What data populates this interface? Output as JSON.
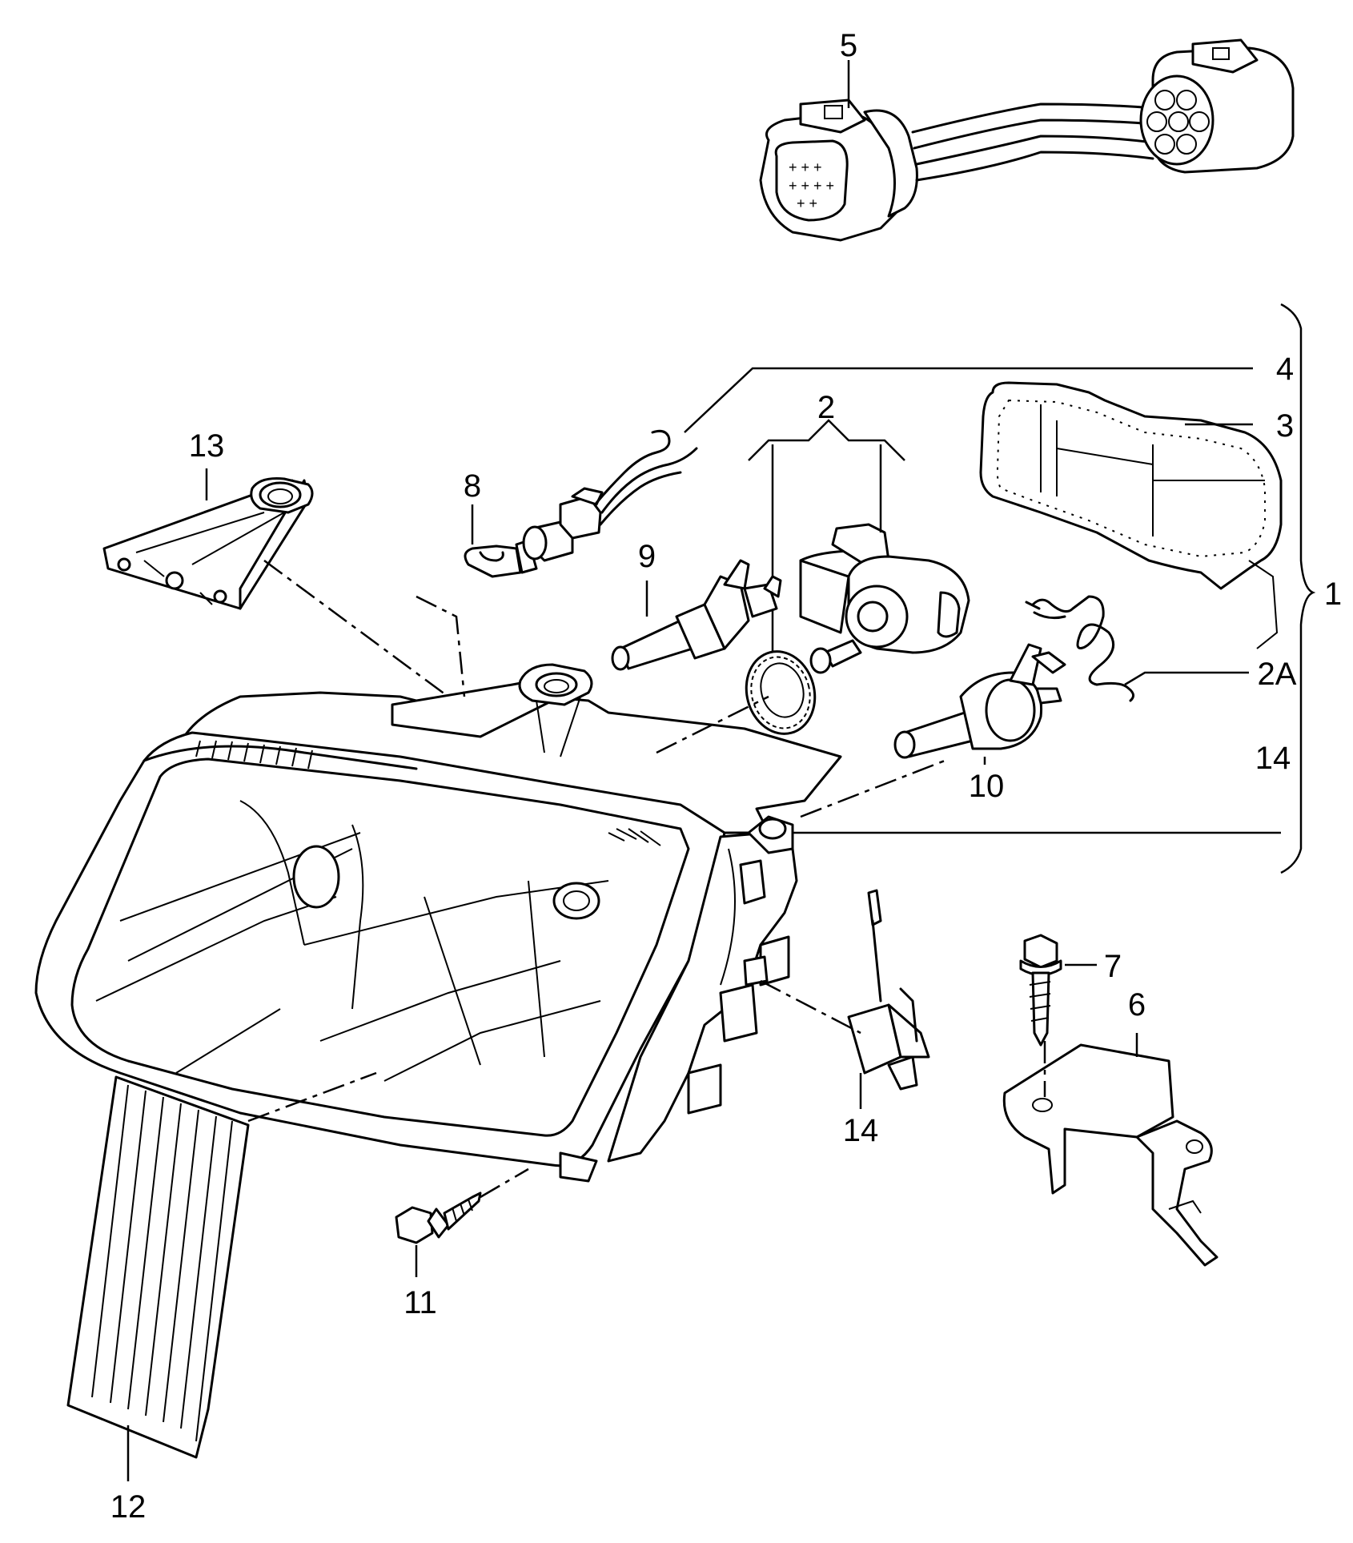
{
  "callouts": {
    "c1": "1",
    "c2": "2",
    "c2a": "2A",
    "c3": "3",
    "c4": "4",
    "c5": "5",
    "c6": "6",
    "c7": "7",
    "c8": "8",
    "c9": "9",
    "c10": "10",
    "c11": "11",
    "c12": "12",
    "c13": "13",
    "c14a": "14",
    "c14b": "14"
  }
}
